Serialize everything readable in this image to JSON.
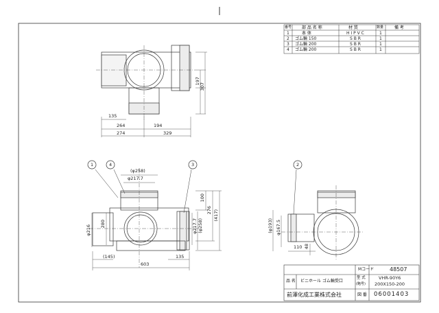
{
  "parts_table": {
    "headers": [
      "番号",
      "部 品 名 称",
      "材 質",
      "数量",
      "備 考"
    ],
    "rows": [
      [
        "1",
        "本 体",
        "H I P V C",
        "1",
        ""
      ],
      [
        "2",
        "ゴム輪 150",
        "S B R",
        "1",
        ""
      ],
      [
        "3",
        "ゴム輪 200",
        "S B R",
        "1",
        ""
      ],
      [
        "4",
        "ゴム輪 200",
        "S B R",
        "1",
        ""
      ]
    ]
  },
  "top_view": {
    "dims": {
      "d197": "197",
      "d307": "307",
      "d135": "135",
      "d264": "264",
      "d194": "194",
      "d274": "274",
      "d329": "329"
    }
  },
  "front_view": {
    "dims": {
      "phi258": "(φ258)",
      "phi217": "φ217.7",
      "d100": "100",
      "d276": "276",
      "d417": "(417)",
      "phi216": "φ216",
      "d280": "280",
      "phi217b": "φ217.7",
      "phi258b": "(φ258)",
      "d145": "(145)",
      "d135": "135",
      "d603": "603"
    }
  },
  "side_view": {
    "dims": {
      "phi193": "(φ193)",
      "phi167": "φ167.5",
      "d110": "110",
      "d48": "48"
    }
  },
  "callouts": [
    "1",
    "4",
    "3",
    "2"
  ],
  "title_block": {
    "code_label": "Mコード",
    "code_value": "48507",
    "name_label": "品 名",
    "name_value": "ビニホール ゴム輪受口",
    "model_label": "型 式",
    "model_sub": "(略号)",
    "model_value_1": "VHR-90Y6",
    "model_value_2": "200X150-200",
    "company": "前澤化成工業株式会社",
    "drawing_label": "図 番",
    "drawing_no": "06001403"
  }
}
